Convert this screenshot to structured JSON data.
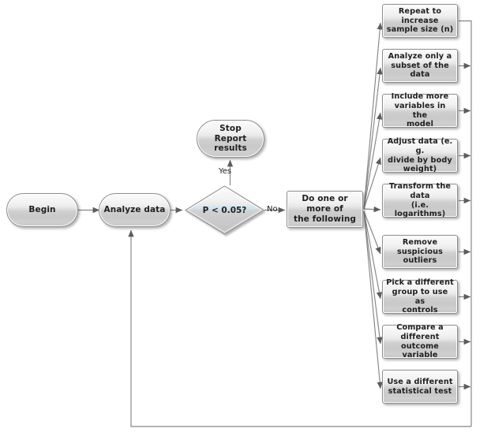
{
  "diagram": {
    "title": "Statistical analysis decision flowchart",
    "background": "#ffffff",
    "line_color": "#808080",
    "arrow_color": "#5a5a5a",
    "node_border": "#8e8e8e",
    "node_fill_top": "#fbfbfb",
    "node_fill_bottom": "#c6c6c6",
    "text_color": "#1f1f1f"
  },
  "nodes": {
    "begin": {
      "label": "Begin",
      "shape": "stadium"
    },
    "analyze": {
      "label": "Analyze data",
      "shape": "stadium"
    },
    "decision": {
      "label": "P < 0.05?",
      "shape": "diamond"
    },
    "stop": {
      "label_line1": "Stop",
      "label_line2": "Report results",
      "shape": "stadium"
    },
    "do_one": {
      "label_line1": "Do one or more of",
      "label_line2": "the following",
      "shape": "rect"
    }
  },
  "edge_labels": {
    "yes": "Yes",
    "no": "No"
  },
  "options": [
    {
      "id": "repeat",
      "line1": "Repeat to increase",
      "line2": "sample size (n)",
      "line3": ""
    },
    {
      "id": "subset",
      "line1": "Analyze only a",
      "line2": "subset of the data",
      "line3": ""
    },
    {
      "id": "variables",
      "line1": "Include more",
      "line2": "variables in the",
      "line3": "model"
    },
    {
      "id": "adjust",
      "line1": "Adjust data (e. g.",
      "line2": "divide by body",
      "line3": "weight)"
    },
    {
      "id": "transform",
      "line1": "Transform the data",
      "line2": "(i.e. logarithms)",
      "line3": ""
    },
    {
      "id": "outliers",
      "line1": "Remove suspicious",
      "line2": "outliers",
      "line3": ""
    },
    {
      "id": "controls",
      "line1": "Pick a different",
      "line2": "group to use as",
      "line3": "controls"
    },
    {
      "id": "outcome",
      "line1": "Compare a different",
      "line2": "outcome variable",
      "line3": ""
    },
    {
      "id": "test",
      "line1": "Use a different",
      "line2": "statistical test",
      "line3": ""
    }
  ]
}
